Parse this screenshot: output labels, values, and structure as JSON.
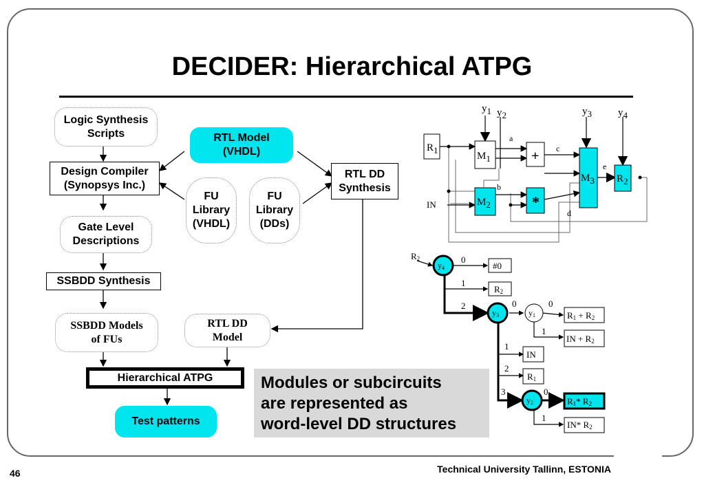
{
  "title": "DECIDER: Hierarchical ATPG",
  "flow": {
    "logic_synthesis": [
      "Logic Synthesis",
      "Scripts"
    ],
    "design_compiler": [
      "Design Compiler",
      "(Synopsys Inc.)"
    ],
    "gate_level": [
      "Gate Level",
      "Descriptions"
    ],
    "ssbdd_synthesis": "SSBDD Synthesis",
    "ssbdd_models": [
      "SSBDD Models",
      "of FUs"
    ],
    "rtl_model": [
      "RTL Model",
      "(VHDL)"
    ],
    "fu_library_vhdl": [
      "FU",
      "Library",
      "(VHDL)"
    ],
    "fu_library_dds": [
      "FU",
      "Library",
      "(DDs)"
    ],
    "rtl_dd_synthesis": [
      "RTL DD",
      "Synthesis"
    ],
    "rtl_dd_model": [
      "RTL DD",
      "Model"
    ],
    "hierarchical_atpg": "Hierarchical ATPG",
    "test_patterns": "Test patterns"
  },
  "note": [
    "Modules or subcircuits",
    "are represented as",
    "word-level DD structures"
  ],
  "circuit": {
    "controls": [
      "y",
      "y",
      "y",
      "y"
    ],
    "control_subs": [
      "1",
      "2",
      "3",
      "4"
    ],
    "r1": "R",
    "r1_sub": "1",
    "m1": "M",
    "m1_sub": "1",
    "m2": "M",
    "m2_sub": "2",
    "m3": "M",
    "m3_sub": "3",
    "r2": "R",
    "r2_sub": "2",
    "adder": "+",
    "multiplier": "*",
    "in": "IN",
    "wires": {
      "a": "a",
      "b": "b",
      "c": "c",
      "d": "d",
      "e": "e"
    }
  },
  "dd": {
    "root_label": "R",
    "root_label_sub": "2",
    "y4": "y",
    "y4_sub": "4",
    "y3": "y",
    "y3_sub": "3",
    "y1": "y",
    "y1_sub": "1",
    "y2": "y",
    "y2_sub": "2",
    "t_hash0": "#0",
    "t_r2": "R",
    "t_r2_sub": "2",
    "t_r1_plus_r2": [
      "R",
      "1",
      " + R",
      "2"
    ],
    "t_in_plus_r2": [
      "IN + R",
      "2"
    ],
    "t_in": "IN",
    "t_r1": "R",
    "t_r1_sub": "1",
    "t_r1_times_r2": [
      "R",
      "1",
      "* R",
      "2"
    ],
    "t_in_times_r2": [
      "IN* R",
      "2"
    ],
    "edges": {
      "y4_0": "0",
      "y4_1": "1",
      "y4_2": "2",
      "y3_0": "0",
      "y3_1": "1",
      "y3_2": "2",
      "y3_3": "3",
      "y1_0": "0",
      "y1_1": "1",
      "y2_0": "0",
      "y2_1": "1"
    }
  },
  "footer": "Technical University Tallinn, ESTONIA",
  "page_number": "46",
  "colors": {
    "accent": "#00e5ee",
    "note_bg": "#d9d9d9"
  }
}
